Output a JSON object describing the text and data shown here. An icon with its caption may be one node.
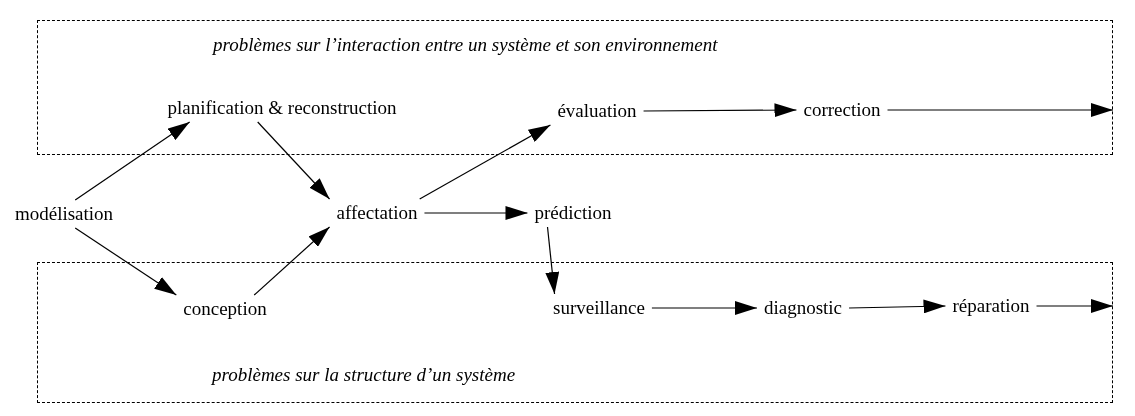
{
  "diagram": {
    "nodes": [
      {
        "text": [
          "problèmes sur l’interaction entre un système et son environnement"
        ]
      },
      {
        "text": [
          "planification & reconstruction"
        ],
        "in": 0
      },
      {
        "text": [
          "évaluation"
        ],
        "in": 0
      },
      {
        "text": [
          "correction"
        ],
        "in": 0
      },
      {
        "text": [
          "modélisation"
        ]
      },
      {
        "text": [
          "affectation"
        ]
      },
      {
        "text": [
          "prédiction"
        ]
      },
      {
        "text": [
          "problèmes sur la structure d’un système"
        ]
      },
      {
        "text": [
          "conception"
        ],
        "in": 7
      },
      {
        "text": [
          "surveillance"
        ],
        "in": 7
      },
      {
        "text": [
          "diagnostic"
        ],
        "in": 7
      },
      {
        "text": [
          "réparation"
        ],
        "in": 7
      }
    ],
    "edges": [
      {
        "from": 4,
        "to": 1,
        "arrow": "to"
      },
      {
        "from": 4,
        "to": 8,
        "arrow": "to"
      },
      {
        "from": 1,
        "to": 5,
        "arrow": "to"
      },
      {
        "from": 8,
        "to": 5,
        "arrow": "to"
      },
      {
        "from": 5,
        "to": 2,
        "arrow": "to"
      },
      {
        "from": 5,
        "to": 6,
        "arrow": "to"
      },
      {
        "from": 2,
        "to": 3,
        "arrow": "to"
      },
      {
        "from": 3,
        "to": null,
        "arrow": "to"
      },
      {
        "from": 6,
        "to": 9,
        "arrow": "to"
      },
      {
        "from": 9,
        "to": 10,
        "arrow": "to"
      },
      {
        "from": 10,
        "to": 11,
        "arrow": "to"
      },
      {
        "from": 11,
        "to": null,
        "arrow": "to"
      }
    ]
  }
}
